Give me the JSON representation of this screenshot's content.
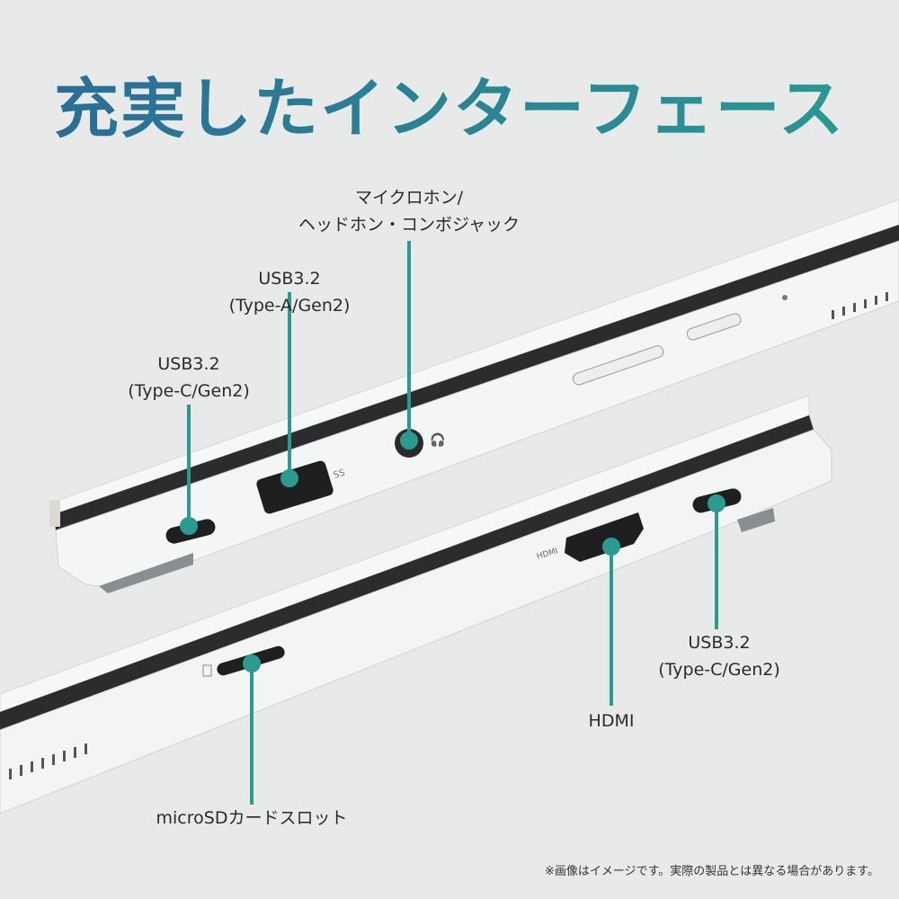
{
  "title": "充実したインターフェース",
  "labels": {
    "audio": [
      "マイクロホン/",
      "ヘッドホン・コンボジャック"
    ],
    "usb_a": [
      "USB3.2",
      "(Type-A/Gen2)"
    ],
    "usb_c_left": [
      "USB3.2",
      "(Type-C/Gen2)"
    ],
    "usb_c_right": [
      "USB3.2",
      "(Type-C/Gen2)"
    ],
    "hdmi": "HDMI",
    "microsd": "microSDカードスロット"
  },
  "port_marks": {
    "hdmi": "HDMI",
    "usb": "SS"
  },
  "footnote": "※画像はイメージです。実際の製品とは異なる場合があります。",
  "colors": {
    "accent": "#2b9a8f",
    "title_start": "#2a6b97",
    "title_end": "#2b9a92",
    "background": "#e8eaea"
  }
}
